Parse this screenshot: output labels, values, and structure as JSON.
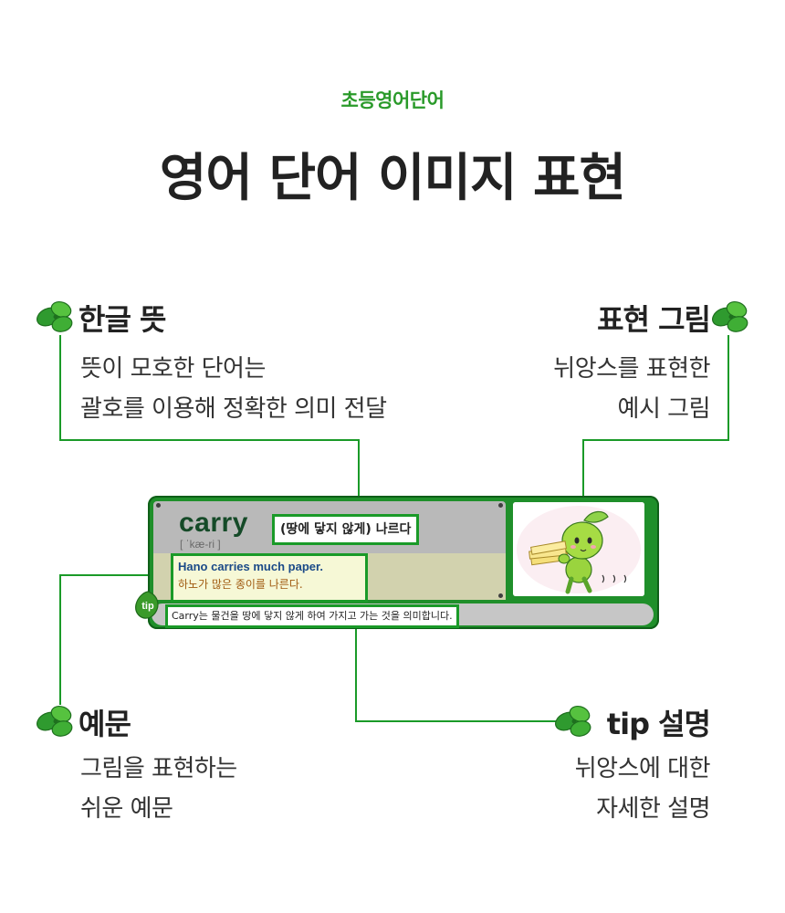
{
  "header": {
    "subtitle": "초등영어단어",
    "title": "영어 단어 이미지 표현"
  },
  "callouts": {
    "meaning": {
      "title": "한글 뜻",
      "lines": [
        "뜻이 모호한 단어는",
        "괄호를 이용해 정확한 의미 전달"
      ]
    },
    "image": {
      "title": "표현 그림",
      "lines": [
        "뉘앙스를 표현한",
        "예시 그림"
      ]
    },
    "example": {
      "title": "예문",
      "lines": [
        "그림을 표현하는",
        "쉬운 예문"
      ]
    },
    "tip": {
      "title": "tip 설명",
      "lines": [
        "뉘앙스에 대한",
        "자세한 설명"
      ]
    }
  },
  "card": {
    "word": "carry",
    "pronunciation": "[ ˈkæ-ri ]",
    "meaning": "(땅에 닿지 않게) 나르다",
    "example_en": "Hano carries much paper.",
    "example_ko": "하노가 많은 종이를 나른다.",
    "tip_badge": "tip",
    "tip_text": "Carry는 물건을 땅에 닿지 않게 하여 가지고 가는 것을 의미합니다."
  },
  "colors": {
    "accent_green": "#2a9a2a",
    "card_green": "#1f8f2a",
    "line_green": "#1a9a28"
  },
  "icons": {
    "leaf": "clover-leaf-icon",
    "character": "green-sprout-character-carrying-paper"
  }
}
